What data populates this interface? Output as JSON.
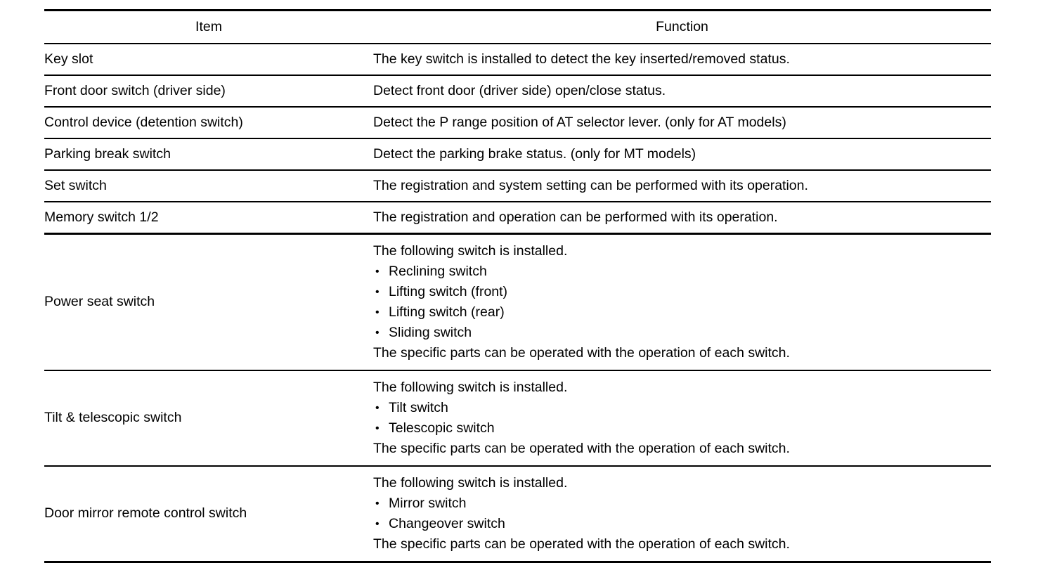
{
  "table": {
    "headers": {
      "item": "Item",
      "function": "Function"
    },
    "rows": [
      {
        "item": "Key slot",
        "function_intro": "The key switch is installed to detect the key inserted/removed status.",
        "bullets": [],
        "function_outro": "",
        "type": "simple"
      },
      {
        "item": "Front door switch (driver side)",
        "function_intro": "Detect front door (driver side) open/close status.",
        "bullets": [],
        "function_outro": "",
        "type": "simple"
      },
      {
        "item": "Control device (detention switch)",
        "function_intro": "Detect the P range position of AT selector lever. (only for AT models)",
        "bullets": [],
        "function_outro": "",
        "type": "simple"
      },
      {
        "item": "Parking break switch",
        "function_intro": "Detect the parking brake status. (only for MT models)",
        "bullets": [],
        "function_outro": "",
        "type": "simple"
      },
      {
        "item": "Set switch",
        "function_intro": "The registration and system setting can be performed with its operation.",
        "bullets": [],
        "function_outro": "",
        "type": "simple"
      },
      {
        "item": "Memory switch 1/2",
        "function_intro": "The registration and operation can be performed with its operation.",
        "bullets": [],
        "function_outro": "",
        "type": "simple"
      },
      {
        "item": "Power seat switch",
        "function_intro": "The following switch is installed.",
        "bullets": [
          "Reclining switch",
          "Lifting switch (front)",
          "Lifting switch (rear)",
          "Sliding switch"
        ],
        "function_outro": "The specific parts can be operated with the operation of each switch.",
        "type": "tall"
      },
      {
        "item": "Tilt & telescopic switch",
        "function_intro": "The following switch is installed.",
        "bullets": [
          "Tilt switch",
          "Telescopic switch"
        ],
        "function_outro": "The specific parts can be operated with the operation of each switch.",
        "type": "tall"
      },
      {
        "item": "Door mirror remote control switch",
        "function_intro": "The following switch is installed.",
        "bullets": [
          "Mirror switch",
          "Changeover switch"
        ],
        "function_outro": "The specific parts can be operated with the operation of each switch.",
        "type": "tall"
      }
    ],
    "bullet_glyph": "•",
    "colors": {
      "rule": "#000000",
      "text": "#000000",
      "background": "#ffffff"
    }
  }
}
